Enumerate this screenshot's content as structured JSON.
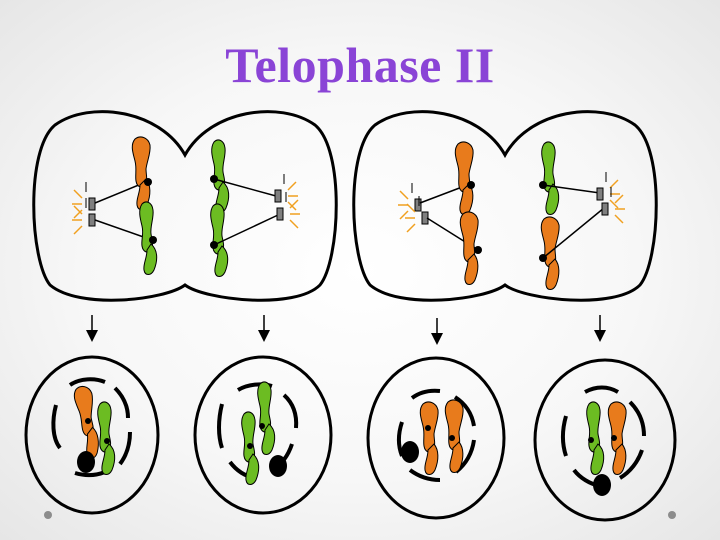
{
  "slide": {
    "title": "Telophase II",
    "colors": {
      "title": "#8a44d6",
      "orange_chromatid": "#e87b1c",
      "green_chromatid": "#6cbc22",
      "outline": "#000000",
      "centriole": "#7f7f7f",
      "ray": "#f0a020",
      "background": "#f4f4f4"
    },
    "top_row": [
      {
        "name": "dividing-cell-1",
        "left_half": "orange",
        "right_half": "green"
      },
      {
        "name": "dividing-cell-2",
        "left_half": "orange",
        "right_half": "green"
      }
    ],
    "bottom_row": [
      {
        "name": "daughter-cell-1",
        "chromatids": [
          "orange",
          "green"
        ]
      },
      {
        "name": "daughter-cell-2",
        "chromatids": [
          "green",
          "green"
        ]
      },
      {
        "name": "daughter-cell-3",
        "chromatids": [
          "orange",
          "orange"
        ]
      },
      {
        "name": "daughter-cell-4",
        "chromatids": [
          "green",
          "orange"
        ]
      }
    ],
    "icons": [
      "centriole-icon",
      "arrow-down-icon",
      "nucleolus-icon",
      "bullet-icon"
    ]
  }
}
